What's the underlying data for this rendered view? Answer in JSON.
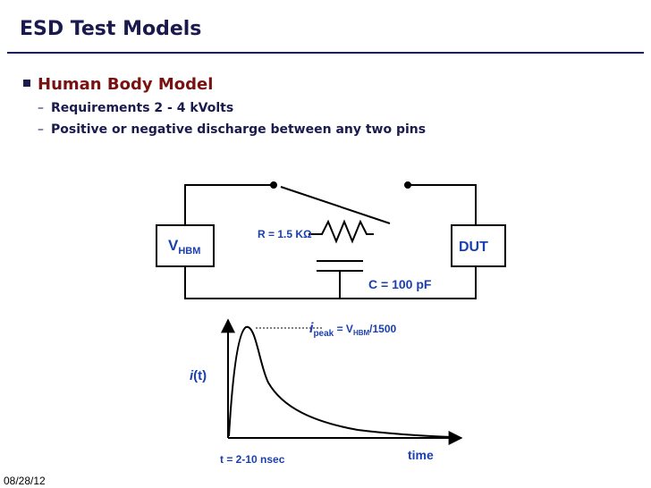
{
  "slide": {
    "title": "ESD Test Models",
    "bullet": "Human Body Model",
    "sub_bullets": [
      "Requirements 2 - 4 kVolts",
      "Positive or negative discharge between any two pins"
    ],
    "dash_glyph": "–",
    "footer_date": "08/28/12"
  },
  "circuit": {
    "source": {
      "main": "V",
      "subscript": "HBM"
    },
    "dut": "DUT",
    "resistor_label": "R = 1.5 KΩ",
    "capacitor_label": "C = 100 pF"
  },
  "waveform": {
    "y_label_i": "i",
    "y_label_rest": "(t)",
    "peak_i": "i",
    "peak_sub": "peak",
    "peak_eq": " = V",
    "peak_v_sub": "HBM",
    "peak_tail": "/1500",
    "t_label": "t = 2-10 nsec",
    "x_label": "time"
  },
  "colors": {
    "title": "#1a1a4e",
    "bullet": "#7a1010",
    "label_blue": "#1a3fb0",
    "line": "#000000"
  }
}
